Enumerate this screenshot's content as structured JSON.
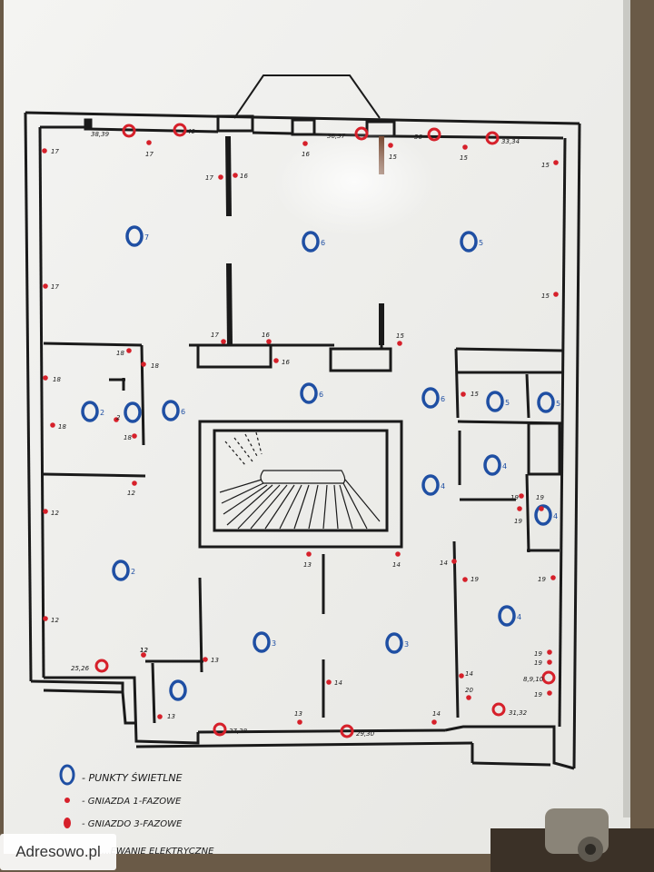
{
  "plan": {
    "ink_color": "#1a1a1a",
    "light_color": "#1f4fa3",
    "socket_color": "#d6202a",
    "rooms": [
      {
        "id": "7",
        "label": "7"
      },
      {
        "id": "6a",
        "label": "6"
      },
      {
        "id": "5a",
        "label": "5"
      },
      {
        "id": "6b",
        "label": "6"
      },
      {
        "id": "6c",
        "label": "6"
      },
      {
        "id": "5b",
        "label": "5"
      },
      {
        "id": "5c",
        "label": "5"
      },
      {
        "id": "2a",
        "label": "2"
      },
      {
        "id": "6d",
        "label": "6"
      },
      {
        "id": "4a",
        "label": "4"
      },
      {
        "id": "4b",
        "label": "4"
      },
      {
        "id": "4c",
        "label": "4"
      },
      {
        "id": "2b",
        "label": "2"
      },
      {
        "id": "3a",
        "label": "3"
      },
      {
        "id": "3b",
        "label": "3"
      },
      {
        "id": "4d",
        "label": "4"
      }
    ],
    "sockets": [
      "38,39",
      "40",
      "17",
      "17",
      "16",
      "16",
      "36,37",
      "15",
      "36",
      "15",
      "33,34",
      "15",
      "17",
      "15",
      "17",
      "17",
      "16",
      "16",
      "15",
      "18",
      "18",
      "18",
      "18",
      "18",
      "15",
      "19",
      "19",
      "19",
      "12",
      "12",
      "12",
      "13",
      "14",
      "14",
      "19",
      "19",
      "12",
      "12",
      "25,26",
      "13",
      "19",
      "19",
      "8,9,10",
      "19",
      "13",
      "2",
      "27,28",
      "13",
      "29,30",
      "14",
      "31,32",
      "20",
      "14",
      "14"
    ]
  },
  "legend": {
    "lights": "- PUNKTY ŚWIETLNE",
    "single_phase": "- GNIAZDA 1-FAZOWE",
    "three_phase": "- GNIAZDO 3-FAZOWE",
    "caption": "...EWANIE ELEKTRYCZNE"
  },
  "watermark": "Adresowo.pl"
}
